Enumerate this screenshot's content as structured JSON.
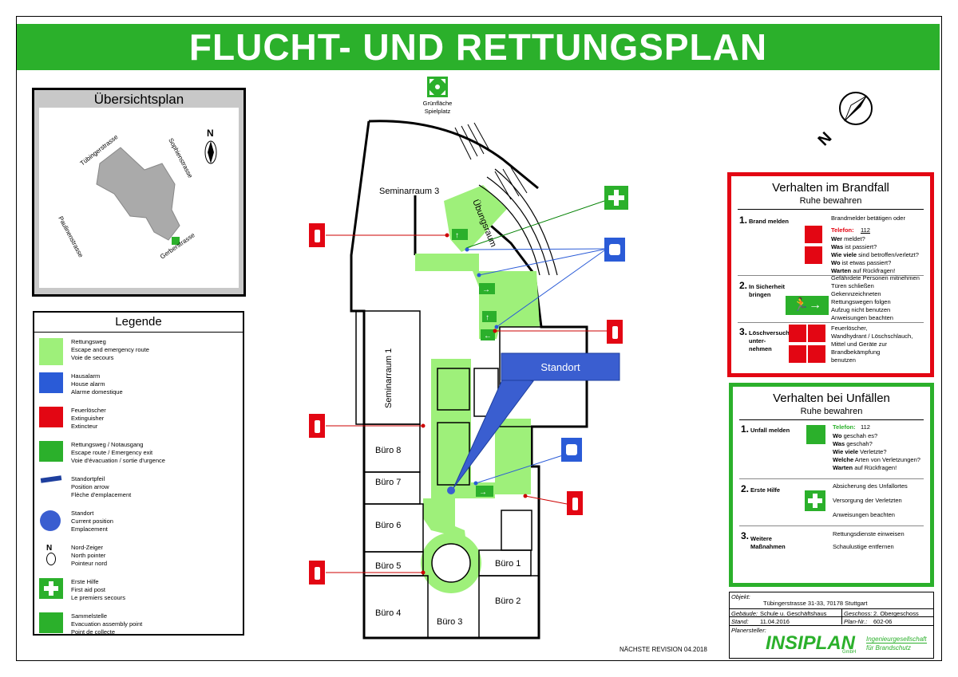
{
  "title": "FLUCHT- UND RETTUNGSPLAN",
  "overview": {
    "title": "Übersichtsplan",
    "north": "N",
    "streets": [
      "Tübingerstrasse",
      "Sophienstrasse",
      "Paulinenstrasse",
      "Gerberstrasse"
    ]
  },
  "legend": {
    "title": "Legende",
    "items": [
      {
        "icon": "escape-route-swatch",
        "lines": [
          "Rettungsweg",
          "Escape and emergency route",
          "Voie de secours"
        ]
      },
      {
        "icon": "house-alarm-icon",
        "lines": [
          "Hausalarm",
          "House alarm",
          "Alarme domestique"
        ]
      },
      {
        "icon": "fire-extinguisher-icon",
        "lines": [
          "Feuerlöscher",
          "Extinguisher",
          "Extincteur"
        ]
      },
      {
        "icon": "emergency-exit-icon",
        "lines": [
          "Rettungsweg / Notausgang",
          "Escape route / Emergency exit",
          "Voie d'évacuation / sortie d'urgence"
        ]
      },
      {
        "icon": "location-arrow-icon",
        "lines": [
          "Standortpfeil",
          "Position arrow",
          "Flèche d'emplacement"
        ]
      },
      {
        "icon": "current-position-icon",
        "lines": [
          "Standort",
          "Current position",
          "Emplacement"
        ]
      },
      {
        "icon": "north-pointer-icon",
        "lines": [
          "Nord-Zeiger",
          "North pointer",
          "Pointeur nord"
        ]
      },
      {
        "icon": "first-aid-icon",
        "lines": [
          "Erste Hilfe",
          "First aid post",
          "Le premiers secours"
        ]
      },
      {
        "icon": "assembly-point-icon",
        "lines": [
          "Sammelstelle",
          "Evacuation assembly point",
          "Point de collecte"
        ]
      }
    ]
  },
  "plan": {
    "assembly_label": [
      "Grünfläche",
      "Spielplatz"
    ],
    "standort": "Standort",
    "rooms": {
      "seminar3": "Seminarraum 3",
      "seminar1": "Seminarraum 1",
      "uebung": "Übungsraum",
      "buero8": "Büro 8",
      "buero7": "Büro 7",
      "buero6": "Büro 6",
      "buero5": "Büro 5",
      "buero4": "Büro 4",
      "buero3": "Büro 3",
      "buero2": "Büro 2",
      "buero1": "Büro 1"
    },
    "revision": "NÄCHSTE REVISION 04.2018"
  },
  "fire": {
    "title": "Verhalten im Brandfall",
    "subtitle": "Ruhe bewahren",
    "steps": [
      {
        "num": "1.",
        "label": "Brand melden",
        "text_top": "Brandmelder betätigen oder",
        "phone_label": "Telefon:",
        "phone": "112",
        "questions": [
          [
            "Wer",
            "meldet?"
          ],
          [
            "Was",
            "ist passiert?"
          ],
          [
            "Wie viele",
            "sind betroffen/verletzt?"
          ],
          [
            "Wo",
            "ist etwas passiert?"
          ],
          [
            "Warten",
            "auf Rückfragen!"
          ]
        ]
      },
      {
        "num": "2.",
        "label": "In Sicherheit bringen",
        "lines": [
          "Gefährdete Personen mitnehmen",
          "Türen schließen",
          "Gekennzeichneten",
          "Rettungswegen folgen",
          "Aufzug nicht benutzen",
          "Anweisungen beachten"
        ]
      },
      {
        "num": "3.",
        "label": "Löschversuch unter-nehmen",
        "lines": [
          "Feuerlöscher,",
          "Wandhydrant / Löschschlauch,",
          "Mittel und Geräte zur",
          "Brandbekämpfung",
          "benutzen"
        ]
      }
    ]
  },
  "accident": {
    "title": "Verhalten bei Unfällen",
    "subtitle": "Ruhe bewahren",
    "steps": [
      {
        "num": "1.",
        "label": "Unfall melden",
        "phone_label": "Telefon:",
        "phone": "112",
        "questions": [
          [
            "Wo",
            "geschah es?"
          ],
          [
            "Was",
            "geschah?"
          ],
          [
            "Wie viele",
            "Verletzte?"
          ],
          [
            "Welche",
            "Arten von Verletzungen?"
          ],
          [
            "Warten",
            "auf Rückfragen!"
          ]
        ]
      },
      {
        "num": "2.",
        "label": "Erste Hilfe",
        "lines": [
          "Absicherung des Unfallortes",
          "Versorgung der Verletzten",
          "Anweisungen beachten"
        ]
      },
      {
        "num": "3.",
        "label": "Weitere Maßnahmen",
        "lines": [
          "Rettungsdienste einweisen",
          "Schaulustige entfernen"
        ]
      }
    ]
  },
  "info": {
    "objekt_label": "Objekt:",
    "objekt": "Tübingerstrasse 31-33, 70178 Stuttgart",
    "gebaeude_label": "Gebäude:",
    "gebaeude": "Schule u. Geschäftshaus",
    "geschoss_label": "Geschoss:",
    "geschoss": "2. Obergeschoss",
    "stand_label": "Stand:",
    "stand": "11.04.2016",
    "plannr_label": "Plan-Nr.:",
    "plannr": "602-06",
    "planersteller_label": "Planersteller:",
    "logo": "INSIPLAN",
    "logo_sub": "GmbH",
    "logo_tag1": "Ingenieurgesellschaft",
    "logo_tag2": "für Brandschutz"
  },
  "colors": {
    "green": "#2bb02b",
    "route": "#9ef07a",
    "red": "#e30613",
    "blue": "#2a5bd7",
    "standort": "#3a5ed0"
  }
}
